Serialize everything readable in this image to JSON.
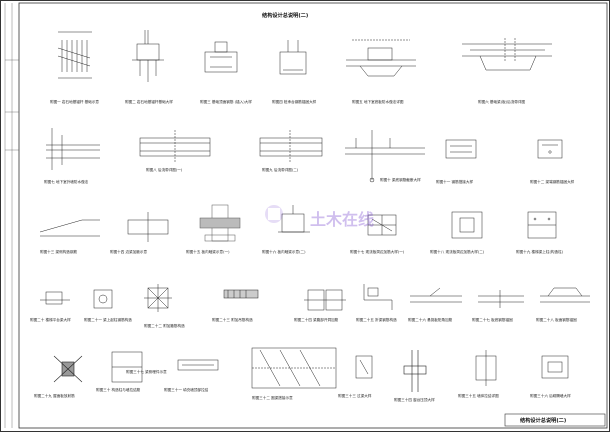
{
  "sheet": {
    "title": "结构设计总说明(二)",
    "title_block": "结构设计总说明(二)",
    "watermark": "土木在线"
  },
  "details": [
    {
      "id": "d01",
      "label": "附图一  岩石地基锚杆 基础示意"
    },
    {
      "id": "d02",
      "label": "附图二  岩石地基锚杆基础大样"
    },
    {
      "id": "d03",
      "label": "附图三  基础顶面钢筋 (锚入)大样"
    },
    {
      "id": "d04",
      "label": "附图四  桩承台钢筋锚固大样"
    },
    {
      "id": "d05",
      "label": "附图五  地下室底板防水做法详图"
    },
    {
      "id": "d06",
      "label": "附图六  基础梁(板)后浇带详图"
    },
    {
      "id": "d07",
      "label": "附图七  地下室外墙防水做法"
    },
    {
      "id": "d08",
      "label": "附图八  后浇带详图(一)"
    },
    {
      "id": "d09",
      "label": "附图九  后浇带详图(二)"
    },
    {
      "id": "d10",
      "label": "附图十  梁底钢筋截断大样"
    },
    {
      "id": "d11",
      "label": "附图十一  钢筋搭接大样"
    },
    {
      "id": "d12",
      "label": "附图十二  梁端钢筋锚固大样"
    },
    {
      "id": "d13",
      "label": "附图十三  梁侧构造钢筋"
    },
    {
      "id": "d14",
      "label": "附图十四  边梁加腋示意"
    },
    {
      "id": "d15",
      "label": "附图十五  板内暗梁示意(一)"
    },
    {
      "id": "d16",
      "label": "附图十六  板内暗梁示意(二)"
    },
    {
      "id": "d17",
      "label": "附图十七  现浇板洞边加筋大样(一)"
    },
    {
      "id": "d18",
      "label": "附图十八  现浇板洞边加筋大样(二)"
    },
    {
      "id": "d19",
      "label": "附图十九  楼梯梁上柱(构造柱)"
    },
    {
      "id": "d20",
      "label": "附图二十  楼梯平台梁大样"
    },
    {
      "id": "d21",
      "label": "附图二十一  梁上起柱钢筋构造"
    },
    {
      "id": "d22",
      "label": "附图二十二  附加箍筋构造"
    },
    {
      "id": "d23",
      "label": "附图二十三  附加吊筋构造"
    },
    {
      "id": "d24",
      "label": "附图二十四  梁腹部开洞加筋"
    },
    {
      "id": "d25",
      "label": "附图二十五  折梁钢筋构造"
    },
    {
      "id": "d26",
      "label": "附图二十六  悬挑板阳角加筋"
    },
    {
      "id": "d27",
      "label": "附图二十七  板底钢筋锚固"
    },
    {
      "id": "d28",
      "label": "附图二十八  板面钢筋锚固"
    },
    {
      "id": "d29",
      "label": "附图二十九  屋面板放射筋"
    },
    {
      "id": "d30",
      "label": "附图三十  构造柱与墙拉结筋"
    },
    {
      "id": "d31",
      "label": "附图三十一  填充墙顶部拉结"
    },
    {
      "id": "d32",
      "label": "附图三十二  圈梁搭接示意"
    },
    {
      "id": "d33",
      "label": "附图三十三  过梁大样"
    },
    {
      "id": "d34",
      "label": "附图三十四  窗台压顶大样"
    },
    {
      "id": "d35",
      "label": "附图三十五  墙体拉结详图"
    },
    {
      "id": "d36",
      "label": "附图三十六  后砌隔墙大样"
    },
    {
      "id": "d37",
      "label": "附图三十七  梁侧埋件示意"
    }
  ],
  "colors": {
    "ink": "#222222",
    "accent": "#7a4bd1",
    "hatch": "#555555"
  }
}
